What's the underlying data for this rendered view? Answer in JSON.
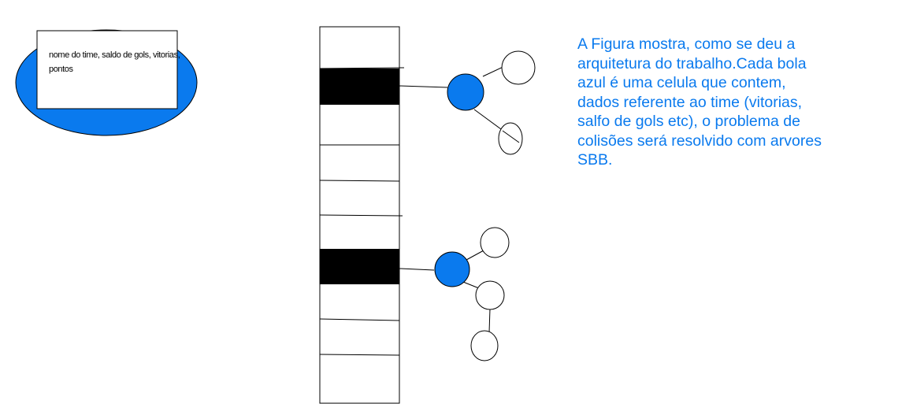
{
  "cell_example": {
    "label_lines": [
      "nome do time, saldo de gols, vitorias,",
      "pontos"
    ],
    "ellipse_color": "#0a7aee"
  },
  "description": {
    "lines": [
      "A Figura mostra, como se deu a",
      "arquitetura do trabalho.Cada bola",
      "azul é uma celula que contem,",
      "dados referente ao time (vitorias,",
      "salfo de gols etc), o problema de",
      "colisões será resolvido com arvores",
      "SBB."
    ],
    "color": "#0a7aee"
  },
  "hash_table": {
    "slot_count": 10,
    "filled_slots": [
      1,
      6
    ],
    "fill_color": "#000000"
  },
  "colors": {
    "blue_node": "#0a7aee",
    "white_node": "#ffffff",
    "stroke": "#000000"
  }
}
